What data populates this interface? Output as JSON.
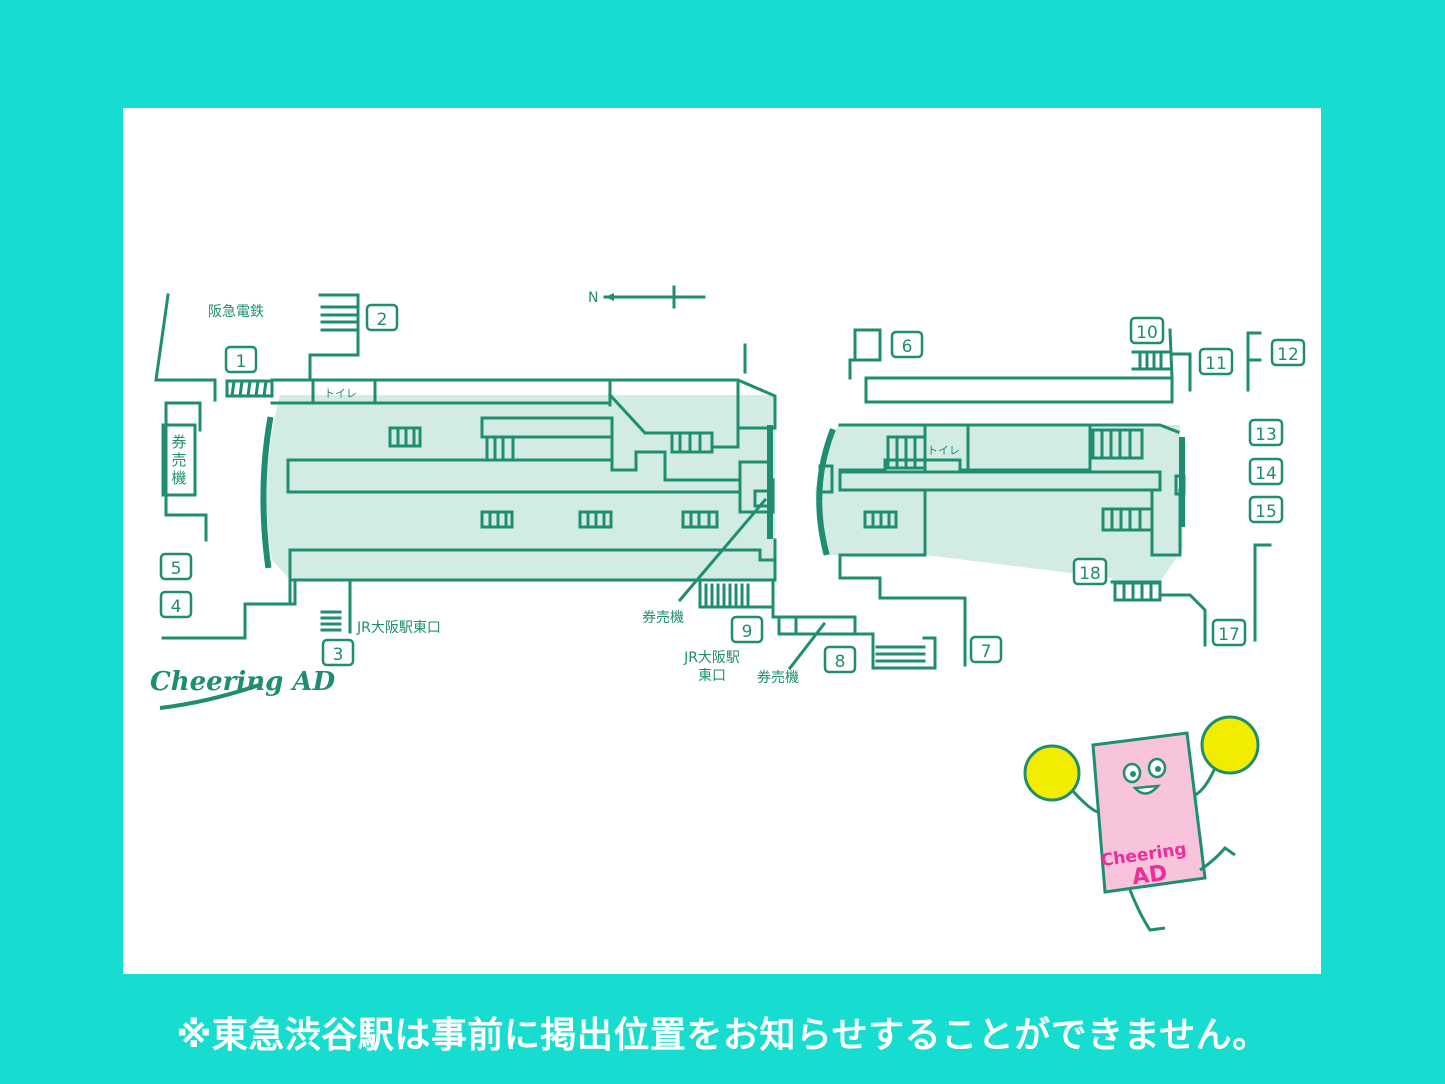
{
  "map": {
    "compass": "N",
    "labels": {
      "hankyu": "阪急電鉄",
      "ticket_vertical": "券売機",
      "toilet": "トイレ",
      "jr_east_exit": "JR大阪駅東口",
      "ticket_center": "券売機",
      "jr_line1": "JR大阪駅",
      "jr_line2": "東口",
      "ticket_lower": "券売機"
    },
    "exits": [
      "1",
      "2",
      "3",
      "4",
      "5",
      "6",
      "7",
      "8",
      "9",
      "10",
      "11",
      "12",
      "13",
      "14",
      "15",
      "17",
      "18"
    ]
  },
  "logo": {
    "text": "Cheering AD"
  },
  "mascot": {
    "line1": "Cheering",
    "line2": "AD"
  },
  "notice": "※東急渋谷駅は事前に掲出位置をお知らせすることができません。",
  "colors": {
    "background": "#17ddd0",
    "line": "#1f8e70",
    "fill": "#d3ece3",
    "mascot_body": "#f7c4dc",
    "pompom": "#f2ec00"
  }
}
